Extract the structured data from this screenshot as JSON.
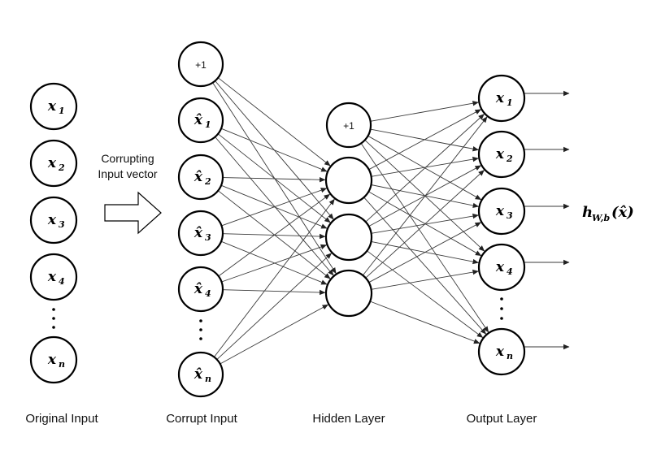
{
  "labels": {
    "original_input": "Original Input",
    "corrupt_input": "Corrupt Input",
    "hidden_layer": "Hidden Layer",
    "output_layer": "Output Layer"
  },
  "arrow_caption": [
    "Corrupting",
    "Input vector"
  ],
  "bias_label": "+1",
  "original_nodes": [
    {
      "base": "x",
      "sub": "1"
    },
    {
      "base": "x",
      "sub": "2"
    },
    {
      "base": "x",
      "sub": "3"
    },
    {
      "base": "x",
      "sub": "4"
    },
    {
      "base": "x",
      "sub": "n"
    }
  ],
  "corrupt_nodes": [
    {
      "base": "x̂",
      "sub": "1"
    },
    {
      "base": "x̂",
      "sub": "2"
    },
    {
      "base": "x̂",
      "sub": "3"
    },
    {
      "base": "x̂",
      "sub": "4"
    },
    {
      "base": "x̂",
      "sub": "n"
    }
  ],
  "hidden_units": 3,
  "output_nodes": [
    {
      "base": "x",
      "sub": "1"
    },
    {
      "base": "x",
      "sub": "2"
    },
    {
      "base": "x",
      "sub": "3"
    },
    {
      "base": "x",
      "sub": "4"
    },
    {
      "base": "x",
      "sub": "n"
    }
  ],
  "output_function": {
    "base": "h",
    "sub": "W,b",
    "arg": "(x̂)"
  }
}
